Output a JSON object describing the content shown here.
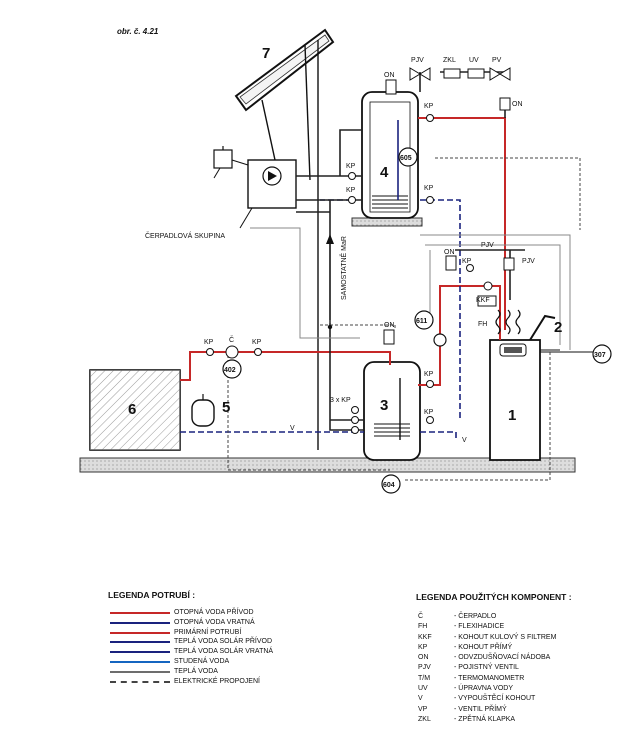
{
  "figure_label": "obr. č. 4.21",
  "components": {
    "collector": "7",
    "tank_top": "4",
    "tank_mid": "3",
    "boiler": "1",
    "boiler_side": "2",
    "radiator": "6",
    "expansion": "5"
  },
  "badges": {
    "b605": "605",
    "b611": "611",
    "b402": "402",
    "b307": "307",
    "b604": "604"
  },
  "labels": {
    "on_top": "ON",
    "pjv_top": "PJV",
    "zkl": "ZKL",
    "uv": "UV",
    "pv": "PV",
    "kp_top_right": "KP",
    "on_right": "ON",
    "kp_t4_left_a": "KP",
    "kp_t4_right": "KP",
    "kp_t4_left_b": "KP",
    "pump_group": "ČERPADLOVÁ SKUPINA",
    "samostatne": "SAMOSTATNĚ MaR",
    "pjv_right": "PJV",
    "kp_right": "KP",
    "pjv_right2": "PJV",
    "kkf": "KKF",
    "on_boiler": "ON",
    "fh": "FH",
    "on_mid": "ON",
    "kp_rad1": "KP",
    "c_pump": "Č",
    "kp_rad2": "KP",
    "three_kp": "3 x KP",
    "kp_t3": "KP",
    "kp_t3b": "KP",
    "v_left": "V",
    "v_right": "V"
  },
  "legend_pipes": {
    "title": "LEGENDA POTRUBÍ :",
    "items": [
      {
        "label": "OTOPNÁ VODA PŘÍVOD",
        "color": "#c62828",
        "style": "solid"
      },
      {
        "label": "OTOPNÁ VODA VRATNÁ",
        "color": "#1a237e",
        "style": "solid"
      },
      {
        "label": "PRIMÁRNÍ POTRUBÍ",
        "color": "#c62828",
        "style": "solid"
      },
      {
        "label": "TEPLÁ VODA SOLÁR PŘÍVOD",
        "color": "#1a237e",
        "style": "solid"
      },
      {
        "label": "TEPLÁ VODA SOLÁR VRATNÁ",
        "color": "#1a237e",
        "style": "solid"
      },
      {
        "label": "STUDENÁ VODA",
        "color": "#1565c0",
        "style": "solid"
      },
      {
        "label": "TEPLÁ VODA",
        "color": "#6d6d6d",
        "style": "solid"
      },
      {
        "label": "ELEKTRICKÉ PROPOJENÍ",
        "color": "#444444",
        "style": "dashed"
      }
    ]
  },
  "legend_components": {
    "title": "LEGENDA POUŽITÝCH KOMPONENT :",
    "items": [
      {
        "code": "Č",
        "desc": "- ČERPADLO"
      },
      {
        "code": "FH",
        "desc": "- FLEXIHADICE"
      },
      {
        "code": "KKF",
        "desc": "- KOHOUT KULOVÝ S FILTREM"
      },
      {
        "code": "KP",
        "desc": "- KOHOUT PŘÍMÝ"
      },
      {
        "code": "ON",
        "desc": "- ODVZDUŠŇOVACÍ NÁDOBA"
      },
      {
        "code": "PJV",
        "desc": "- POJISTNÝ VENTIL"
      },
      {
        "code": "T/M",
        "desc": "- TERMOMANOMETR"
      },
      {
        "code": "UV",
        "desc": "- ÚPRAVNA VODY"
      },
      {
        "code": "V",
        "desc": "- VYPOUŠTĚCÍ KOHOUT"
      },
      {
        "code": "VP",
        "desc": "- VENTIL PŘÍMÝ"
      },
      {
        "code": "ZKL",
        "desc": "- ZPĚTNÁ KLAPKA"
      }
    ]
  }
}
